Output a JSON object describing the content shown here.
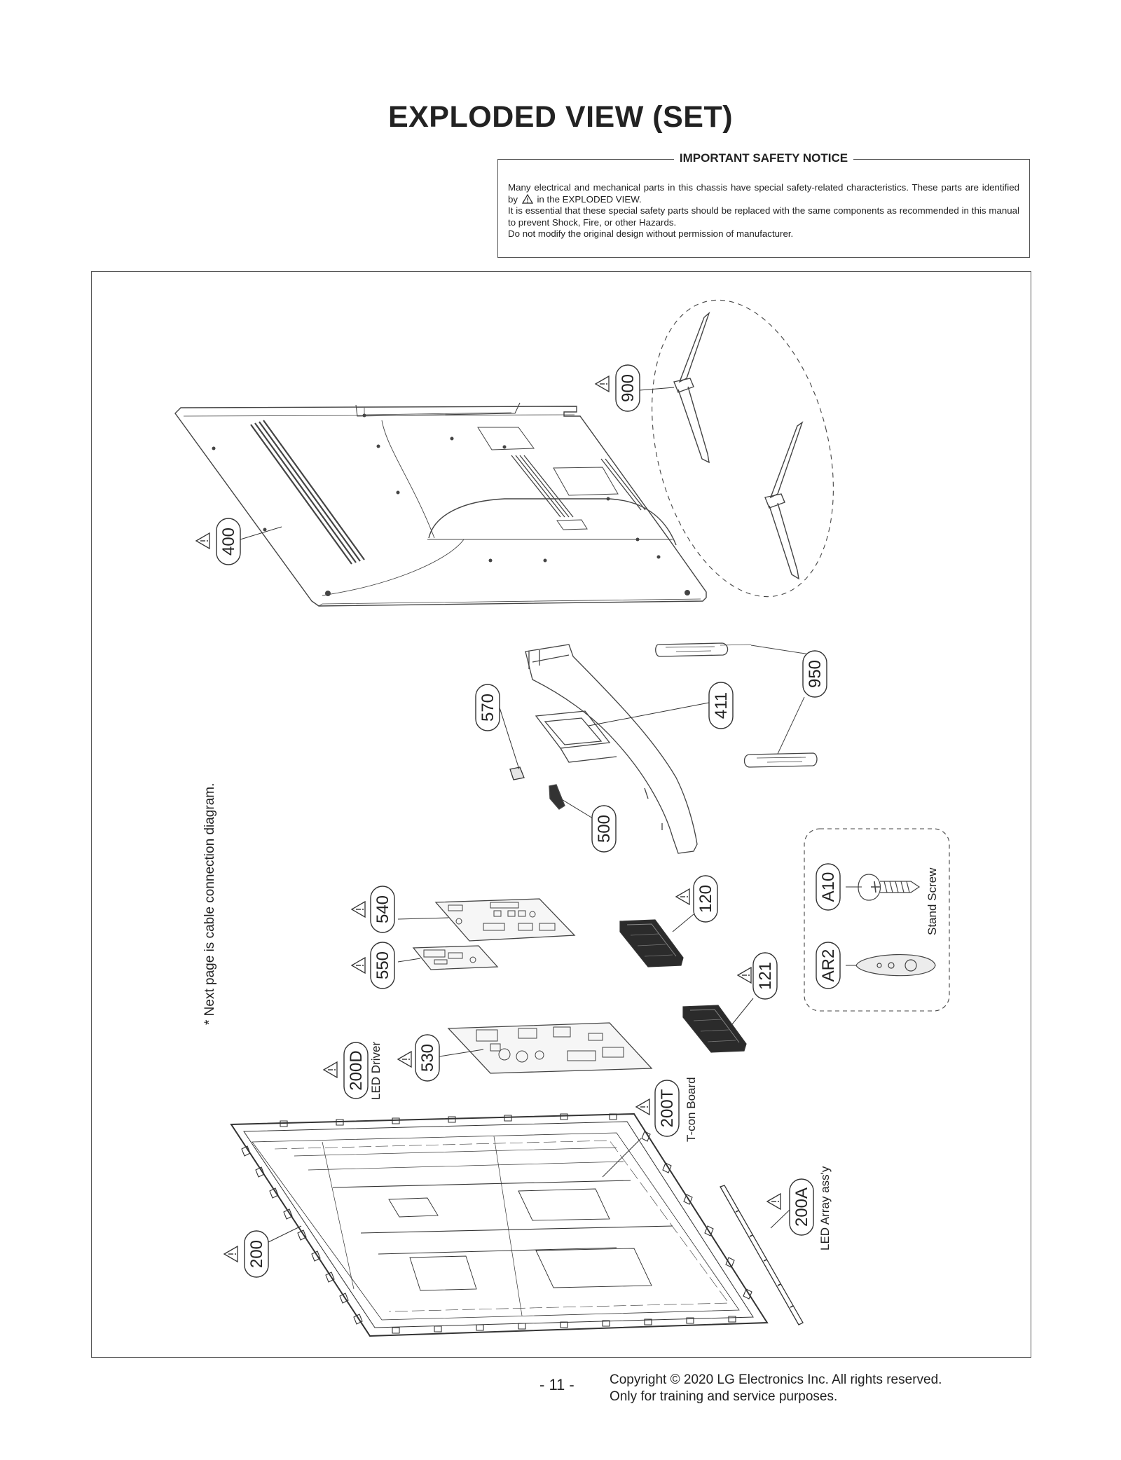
{
  "title": "EXPLODED VIEW (SET)",
  "notice": {
    "heading": "IMPORTANT SAFETY NOTICE",
    "line1a": "Many electrical and mechanical parts in this chassis have special safety-related characteristics. These parts are identified by",
    "line1b": "in the EXPLODED VIEW.",
    "line2": "It is essential that these special safety parts should be replaced with the same components as recommended in this manual to prevent Shock, Fire, or other Hazards.",
    "line3": "Do not modify the original design without permission of manufacturer."
  },
  "side_note": "* Next page is cable connection diagram.",
  "parts": {
    "p900": "900",
    "p400": "400",
    "p950": "950",
    "p411": "411",
    "p570": "570",
    "p500": "500",
    "p120": "120",
    "p121": "121",
    "p540": "540",
    "p550": "550",
    "p530": "530",
    "p200D": "200D",
    "p200T": "200T",
    "p200A": "200A",
    "p200": "200",
    "pA10": "A10",
    "pAR2": "AR2"
  },
  "labels": {
    "led_driver": "LED Driver",
    "tcon_board": "T-con Board",
    "led_array": "LED Array ass'y",
    "stand_screw": "Stand Screw"
  },
  "footer": {
    "page_number": "- 11 -",
    "copyright_line1": "Copyright © 2020 LG Electronics Inc. All rights reserved.",
    "copyright_line2": "Only for training and service purposes."
  }
}
